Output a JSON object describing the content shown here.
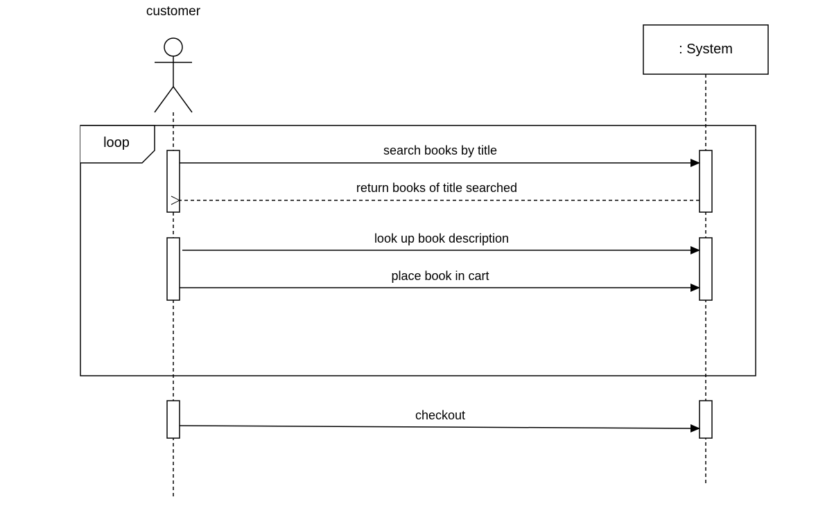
{
  "diagram": {
    "type": "uml-sequence",
    "participants": [
      {
        "id": "customer",
        "label": "customer",
        "kind": "actor"
      },
      {
        "id": "system",
        "label": ": System",
        "kind": "object"
      }
    ],
    "fragments": [
      {
        "operator": "loop"
      }
    ],
    "messages": [
      {
        "from": "customer",
        "to": "system",
        "label": "search books by title",
        "kind": "sync"
      },
      {
        "from": "system",
        "to": "customer",
        "label": "return books of title searched",
        "kind": "return"
      },
      {
        "from": "customer",
        "to": "system",
        "label": "look up book description",
        "kind": "sync"
      },
      {
        "from": "customer",
        "to": "system",
        "label": "place book in cart",
        "kind": "sync"
      },
      {
        "from": "customer",
        "to": "system",
        "label": "checkout",
        "kind": "sync"
      }
    ],
    "colors": {
      "stroke": "#000000",
      "background": "#ffffff"
    }
  }
}
